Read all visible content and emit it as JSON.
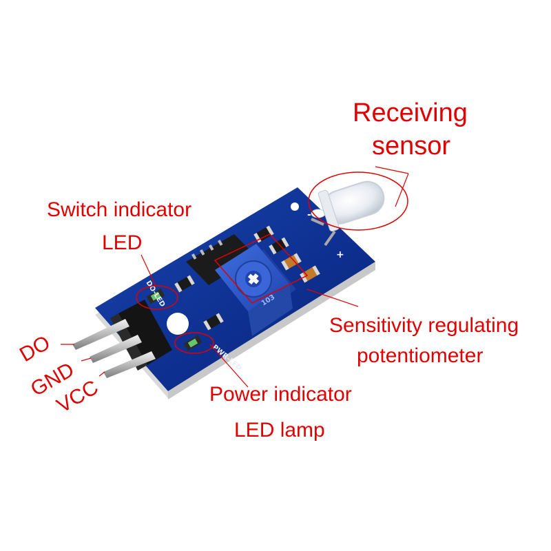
{
  "labels": {
    "receiving_line1": "Receiving",
    "receiving_line2": "sensor",
    "switch_line1": "Switch indicator",
    "switch_line2": "LED",
    "sensitivity_line1": "Sensitivity regulating",
    "sensitivity_line2": "potentiometer",
    "power_line1": "Power indicator",
    "power_line2": "LED lamp",
    "pin_do": "DO",
    "pin_gnd": "GND",
    "pin_vcc": "VCC"
  },
  "board_markings": {
    "do_led": "DO-LED",
    "pwr_led": "PWR-LED",
    "minus": "-",
    "plus": "+",
    "pot_code": "103"
  },
  "colors": {
    "label": "#e00000",
    "pcb": "#0d2f8f",
    "pot": "#2a57c8"
  }
}
